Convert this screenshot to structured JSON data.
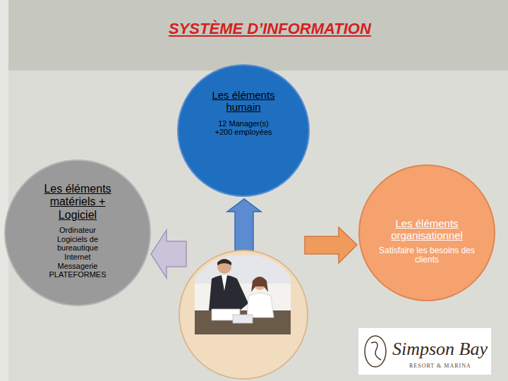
{
  "diagram": {
    "title": "SYSTÈME D’INFORMATION",
    "nodes": [
      {
        "text": [
          "Les éléments humain",
          "12 Manager(s) +200 employées"
        ]
      },
      {
        "text": [
          "Les éléments matériels + Logiciel",
          "Ordinateur Logiciels de bureautique Internet Messagerie PLATEFORMES"
        ]
      },
      {
        "text": [
          "Les éléments organisationnel",
          "Satisfaire les besoins des clients"
        ]
      }
    ],
    "labels": [
      "Simpson Bay",
      "RESORT & MARINA"
    ]
  }
}
